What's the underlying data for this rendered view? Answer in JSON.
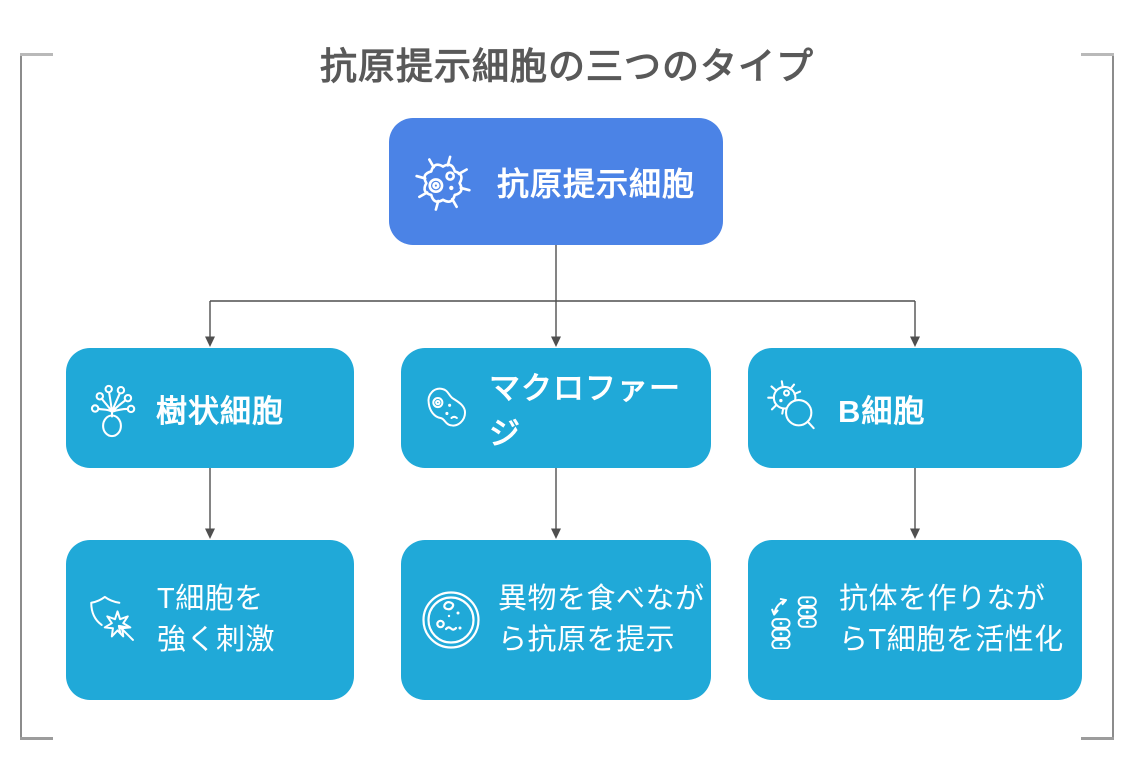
{
  "title": "抗原提示細胞の三つのタイプ",
  "root": {
    "label": "抗原提示細胞",
    "icon": "antigen-presenting-cell-icon"
  },
  "columns": [
    {
      "type_label": "樹状細胞",
      "type_icon": "dendritic-cell-icon",
      "description": "T細胞を\n強く刺激",
      "description_icon": "shield-burst-arrow-icon"
    },
    {
      "type_label": "マクロファージ",
      "type_icon": "macrophage-icon",
      "description": "異物を食べなが\nら抗原を提示",
      "description_icon": "petri-dish-icon"
    },
    {
      "type_label": "B細胞",
      "type_icon": "b-cell-magnifier-icon",
      "description": "抗体を作りなが\nらT細胞を活性化",
      "description_icon": "antibody-stacks-icon"
    }
  ],
  "colors": {
    "root_box": "#4b83e6",
    "type_box": "#20a9d8",
    "box_text": "#ffffff",
    "title_text": "#595959",
    "connector": "#4f4f4f",
    "frame": "#8c8c8c"
  }
}
